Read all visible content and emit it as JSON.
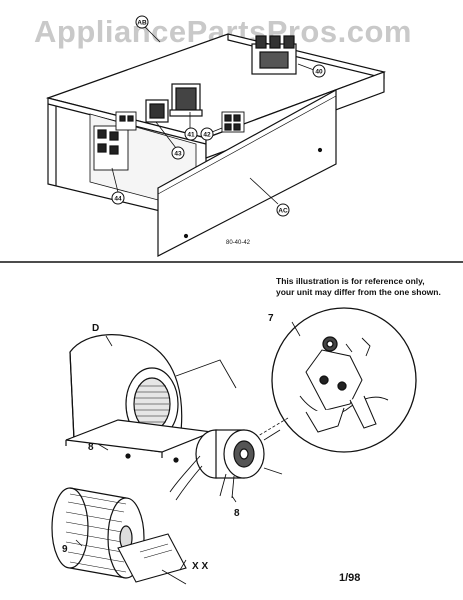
{
  "watermark": "AppliancePartsPros.com",
  "top_diagram": {
    "callouts": {
      "ab": "AB",
      "ac": "AC",
      "c40": "40",
      "c41": "41",
      "c42": "42",
      "c43": "43",
      "c44": "44"
    },
    "code": "80-40-42"
  },
  "bottom_diagram": {
    "note_line1": "This illustration is for reference only,",
    "note_line2": "your unit may differ from the one shown.",
    "labels": {
      "d": "D",
      "seven": "7",
      "eight_left": "8",
      "eight_right": "8",
      "nine": "9",
      "xx": "X X"
    },
    "date_code": "1/98"
  }
}
